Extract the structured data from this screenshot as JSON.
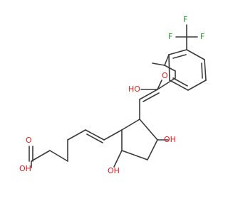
{
  "molecule": {
    "atom_labels": {
      "oh_acid": "OH",
      "o_acid_carbonyl": "O",
      "oh_ring_bottom": "OH",
      "oh_ring_right": "OH",
      "oh_side_chain": "HO",
      "o_ether": "O",
      "f_left": "F",
      "f_top": "F",
      "f_right": "F"
    },
    "colors": {
      "bond": "#3a3a3a",
      "oxygen": "#e02020",
      "fluorine": "#2aa02a",
      "background": "#ffffff"
    }
  }
}
